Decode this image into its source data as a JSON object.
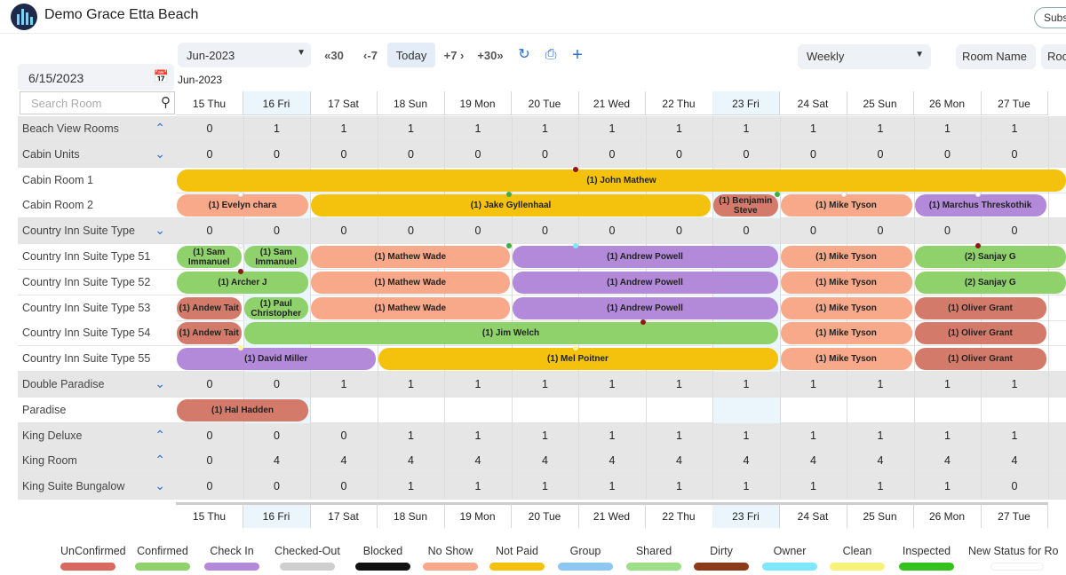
{
  "app": {
    "title": "Demo Grace Etta Beach",
    "subscribe_label": "Subs"
  },
  "toolbar": {
    "month_value": "Jun-2023",
    "back30_label": "«30",
    "back7_label": "‹-7",
    "today_label": "Today",
    "fwd7_label": "+7 ›",
    "fwd30_label": "+30»",
    "view_value": "Weekly",
    "roomname_label": "Room Name",
    "room_label_cut": "Roo"
  },
  "date_picker": {
    "value": "6/15/2023",
    "sub_label": "Jun-2023"
  },
  "search": {
    "placeholder": "Search Room"
  },
  "days": [
    "15 Thu",
    "16 Fri",
    "17 Sat",
    "18 Sun",
    "19 Mon",
    "20 Tue",
    "21 Wed",
    "22 Thu",
    "23 Fri",
    "24 Sat",
    "25 Sun",
    "26 Mon",
    "27 Tue"
  ],
  "highlight_days": [
    1,
    8
  ],
  "rows": [
    {
      "label": "Beach View Rooms",
      "kind": "type",
      "arrow": "up",
      "counts": [
        "0",
        "1",
        "1",
        "1",
        "1",
        "1",
        "1",
        "1",
        "1",
        "1",
        "1",
        "1",
        "1"
      ]
    },
    {
      "label": "Cabin Units",
      "kind": "type",
      "arrow": "down",
      "counts": [
        "0",
        "0",
        "0",
        "0",
        "0",
        "0",
        "0",
        "0",
        "0",
        "0",
        "0",
        "0",
        "0"
      ]
    },
    {
      "label": "Cabin Room 1",
      "kind": "room"
    },
    {
      "label": "Cabin Room 2",
      "kind": "room"
    },
    {
      "label": "Country Inn Suite Type",
      "kind": "type",
      "arrow": "down",
      "counts": [
        "0",
        "0",
        "0",
        "0",
        "0",
        "0",
        "0",
        "0",
        "0",
        "0",
        "0",
        "0",
        "0"
      ]
    },
    {
      "label": "Country Inn Suite Type 51",
      "kind": "room"
    },
    {
      "label": "Country Inn Suite Type 52",
      "kind": "room"
    },
    {
      "label": "Country Inn Suite Type 53",
      "kind": "room"
    },
    {
      "label": "Country Inn Suite Type 54",
      "kind": "room"
    },
    {
      "label": "Country Inn Suite Type 55",
      "kind": "room"
    },
    {
      "label": "Double Paradise",
      "kind": "type",
      "arrow": "down",
      "counts": [
        "0",
        "0",
        "1",
        "1",
        "1",
        "1",
        "1",
        "1",
        "1",
        "1",
        "1",
        "1",
        "1"
      ]
    },
    {
      "label": "Paradise",
      "kind": "room"
    },
    {
      "label": "King Deluxe",
      "kind": "type",
      "arrow": "up",
      "counts": [
        "0",
        "0",
        "0",
        "1",
        "1",
        "1",
        "1",
        "1",
        "1",
        "1",
        "1",
        "1",
        "1"
      ]
    },
    {
      "label": "King Room",
      "kind": "type",
      "arrow": "up",
      "counts": [
        "0",
        "4",
        "4",
        "4",
        "4",
        "4",
        "4",
        "4",
        "4",
        "4",
        "4",
        "4",
        "4"
      ]
    },
    {
      "label": "King Suite Bungalow",
      "kind": "type",
      "arrow": "down",
      "counts": [
        "0",
        "0",
        "0",
        "1",
        "1",
        "1",
        "1",
        "1",
        "1",
        "1",
        "1",
        "1",
        "0"
      ]
    }
  ],
  "bookings": [
    {
      "row": 2,
      "start": 0,
      "span": 13.4,
      "guest": "(1) John Mathew",
      "color": "#f4c20d",
      "dot": "#8b1a1a",
      "dotcol": 6
    },
    {
      "row": 3,
      "start": 0,
      "span": 2,
      "guest": "(1) Evelyn chara",
      "color": "#f8a98a",
      "dot": "#ffffff",
      "dotcol": 1
    },
    {
      "row": 3,
      "start": 2,
      "span": 6,
      "guest": "(1) Jake Gyllenhaal",
      "color": "#f4c20d",
      "dot": "#3cb043",
      "dotcol": 5
    },
    {
      "row": 3,
      "start": 8,
      "span": 1,
      "guest": "(1) Benjamin Steve",
      "color": "#d47a6a",
      "two": true,
      "dot": "#3cb043",
      "dotcol": 9
    },
    {
      "row": 3,
      "start": 9,
      "span": 2,
      "guest": "(1) Mike Tyson",
      "color": "#f8a98a",
      "dot": "#ffffff",
      "dotcol": 10
    },
    {
      "row": 3,
      "start": 11,
      "span": 2,
      "guest": "(1) Marchus Threskothik",
      "color": "#b389d9",
      "dot": "#ffffff",
      "dotcol": 12
    },
    {
      "row": 5,
      "start": 0,
      "span": 1,
      "guest": "(1) Sam Immanuel",
      "color": "#8fd16b",
      "two": true
    },
    {
      "row": 5,
      "start": 1,
      "span": 1,
      "guest": "(1) Sam Immanuel",
      "color": "#8fd16b",
      "two": true,
      "dot": "#ffffff",
      "dotcol": 1
    },
    {
      "row": 5,
      "start": 2,
      "span": 3,
      "guest": "(1) Mathew Wade",
      "color": "#f8a98a",
      "dot": "#3cb043",
      "dotcol": 5
    },
    {
      "row": 5,
      "start": 5,
      "span": 4,
      "guest": "(1) Andrew Powell",
      "color": "#b389d9",
      "dot": "#7fe7ff",
      "dotcol": 6
    },
    {
      "row": 5,
      "start": 9,
      "span": 2,
      "guest": "(1) Mike Tyson",
      "color": "#f8a98a"
    },
    {
      "row": 5,
      "start": 11,
      "span": 2.4,
      "guest": "(2) Sanjay G",
      "color": "#8fd16b",
      "dot": "#8b1a1a",
      "dotcol": 12
    },
    {
      "row": 6,
      "start": 0,
      "span": 2,
      "guest": "(1) Archer J",
      "color": "#8fd16b",
      "dot": "#8b1a1a",
      "dotcol": 1
    },
    {
      "row": 6,
      "start": 2,
      "span": 3,
      "guest": "(1) Mathew Wade",
      "color": "#f8a98a"
    },
    {
      "row": 6,
      "start": 5,
      "span": 4,
      "guest": "(1) Andrew Powell",
      "color": "#b389d9"
    },
    {
      "row": 6,
      "start": 9,
      "span": 2,
      "guest": "(1) Mike Tyson",
      "color": "#f8a98a"
    },
    {
      "row": 6,
      "start": 11,
      "span": 2.4,
      "guest": "(2) Sanjay G",
      "color": "#8fd16b"
    },
    {
      "row": 7,
      "start": 0,
      "span": 1,
      "guest": "(1) Andew Tait",
      "color": "#d47a6a"
    },
    {
      "row": 7,
      "start": 1,
      "span": 1,
      "guest": "(1) Paul Christopher",
      "color": "#8fd16b",
      "two": true
    },
    {
      "row": 7,
      "start": 2,
      "span": 3,
      "guest": "(1) Mathew Wade",
      "color": "#f8a98a"
    },
    {
      "row": 7,
      "start": 5,
      "span": 4,
      "guest": "(1) Andrew Powell",
      "color": "#b389d9"
    },
    {
      "row": 7,
      "start": 9,
      "span": 2,
      "guest": "(1) Mike Tyson",
      "color": "#f8a98a"
    },
    {
      "row": 7,
      "start": 11,
      "span": 2,
      "guest": "(1) Oliver Grant",
      "color": "#d47a6a"
    },
    {
      "row": 8,
      "start": 0,
      "span": 1,
      "guest": "(1) Andew Tait",
      "color": "#d47a6a"
    },
    {
      "row": 8,
      "start": 1,
      "span": 8,
      "guest": "(1) Jim Welch",
      "color": "#8fd16b",
      "dot": "#8b1a1a",
      "dotcol": 7
    },
    {
      "row": 8,
      "start": 9,
      "span": 2,
      "guest": "(1) Mike Tyson",
      "color": "#f8a98a"
    },
    {
      "row": 8,
      "start": 11,
      "span": 2,
      "guest": "(1) Oliver Grant",
      "color": "#d47a6a"
    },
    {
      "row": 9,
      "start": 0,
      "span": 3,
      "guest": "(1) David Miller",
      "color": "#b389d9",
      "dot": "#fff7a0",
      "dotcol": 1
    },
    {
      "row": 9,
      "start": 3,
      "span": 6,
      "guest": "(1) Mel Poitner",
      "color": "#f4c20d",
      "dot": "#fff7a0",
      "dotcol": 6
    },
    {
      "row": 9,
      "start": 9,
      "span": 2,
      "guest": "(1) Mike Tyson",
      "color": "#f8a98a"
    },
    {
      "row": 9,
      "start": 11,
      "span": 2,
      "guest": "(1) Oliver Grant",
      "color": "#d47a6a"
    },
    {
      "row": 11,
      "start": 0,
      "span": 2,
      "guest": "(1) Hal Hadden",
      "color": "#d47a6a"
    }
  ],
  "legend": [
    {
      "label": "UnConfirmed",
      "color": "#d9685f"
    },
    {
      "label": "Confirmed",
      "color": "#8fd16b"
    },
    {
      "label": "Check In",
      "color": "#b389d9"
    },
    {
      "label": "Checked-Out",
      "color": "#cfcfcf"
    },
    {
      "label": "Blocked",
      "color": "#111111"
    },
    {
      "label": "No Show",
      "color": "#f8a98a"
    },
    {
      "label": "Not Paid",
      "color": "#f4c20d"
    },
    {
      "label": "Group",
      "color": "#8ec8f2"
    },
    {
      "label": "Shared",
      "color": "#9ee08a"
    },
    {
      "label": "Dirty",
      "color": "#8b3a1a"
    },
    {
      "label": "Owner",
      "color": "#7fe7ff"
    },
    {
      "label": "Clean",
      "color": "#f7f27a"
    },
    {
      "label": "Inspected",
      "color": "#33c21e"
    },
    {
      "label": "New Status for Ro",
      "color": "#ffffff"
    }
  ]
}
